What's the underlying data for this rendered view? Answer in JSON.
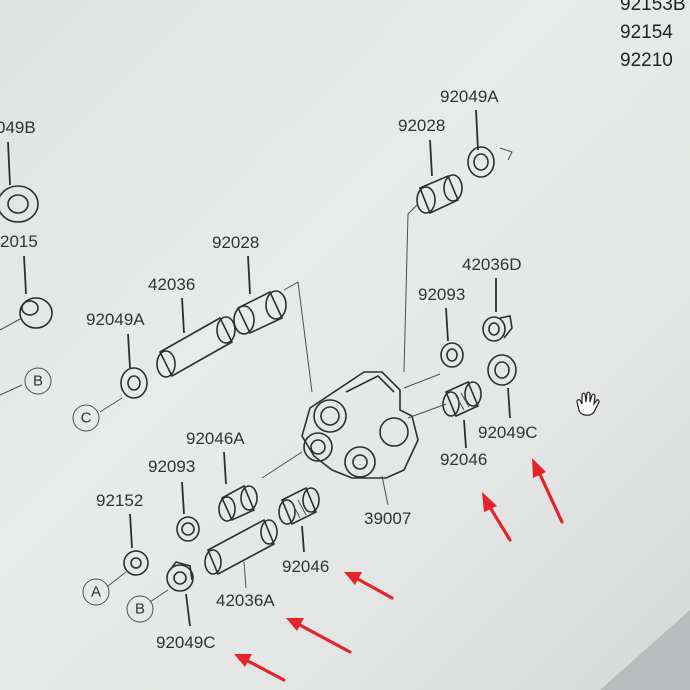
{
  "labels": {
    "top_right_1": "92153B",
    "top_right_2": "92154",
    "top_right_3": "92210",
    "left_049b": "049B",
    "left_2015": "2015",
    "p92049A_top": "92049A",
    "p92028_top": "92028",
    "p92028_mid": "92028",
    "p42036": "42036",
    "p92049A_left": "92049A",
    "p42036D": "42036D",
    "p92093_right": "92093",
    "p92049C_right": "92049C",
    "p92046_right": "92046",
    "p39007": "39007",
    "p92046A": "92046A",
    "p92093_left": "92093",
    "p92152": "92152",
    "p92046_mid": "92046",
    "p42036A": "42036A",
    "p92049C_bottom": "92049C"
  },
  "callouts": {
    "A": "A",
    "B_left": "B",
    "B_bottom": "B",
    "C": "C"
  },
  "colors": {
    "ink": "#2b2f31",
    "arrow": "#e4232a"
  }
}
